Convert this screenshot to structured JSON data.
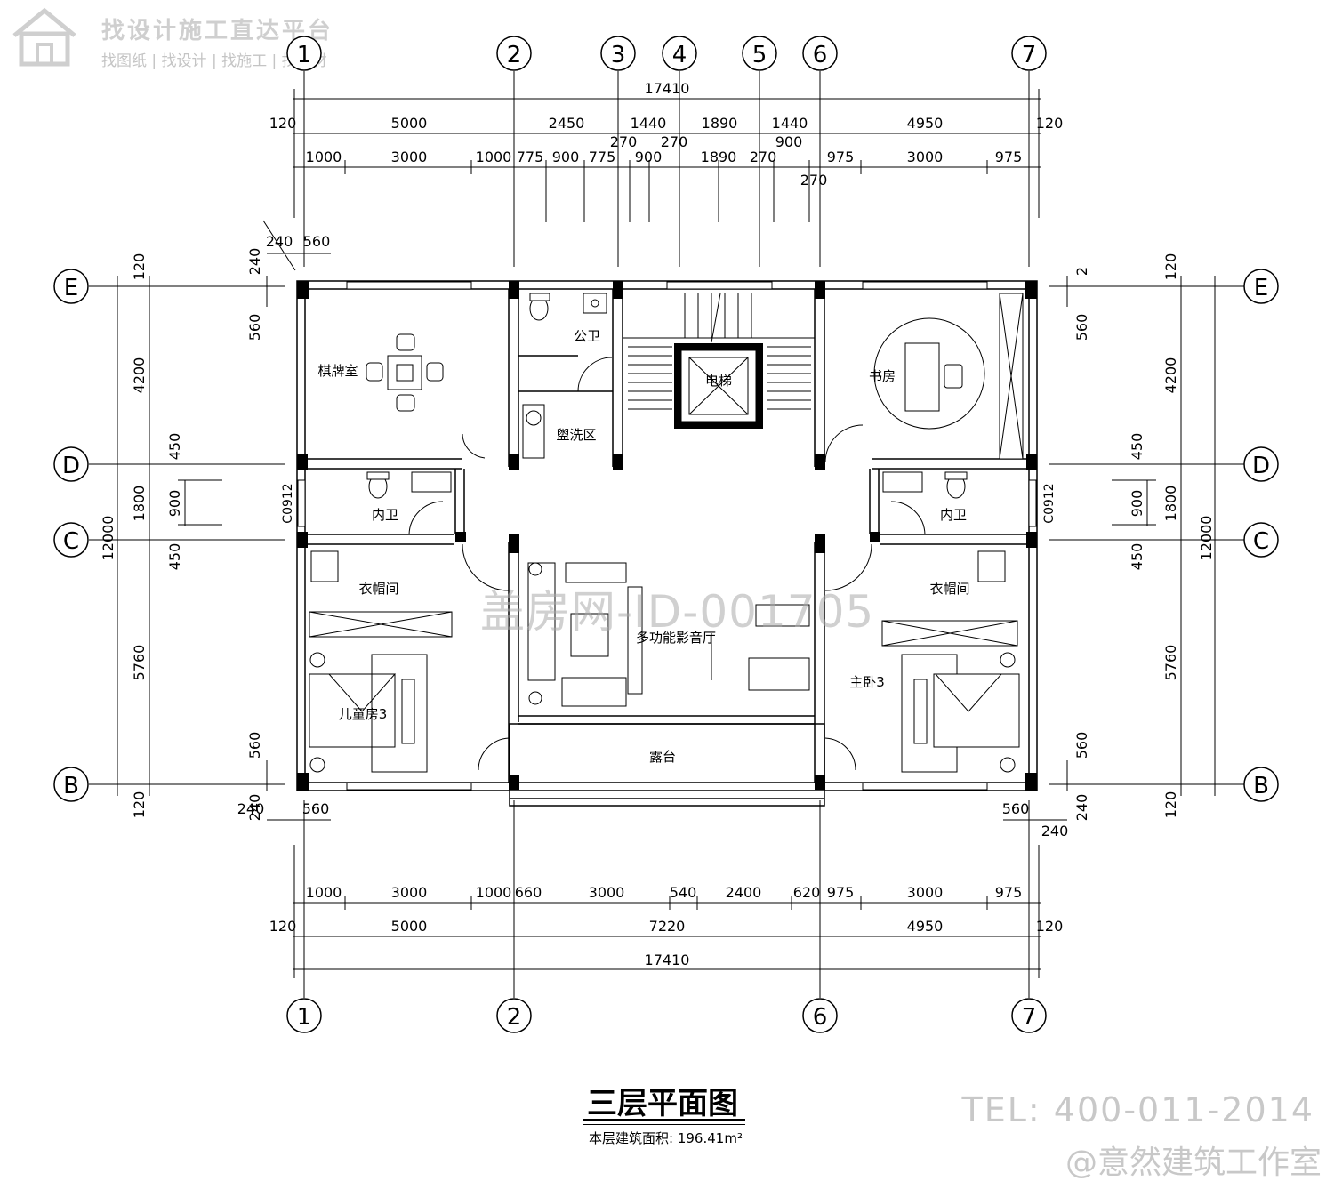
{
  "watermark": {
    "header_title": "找设计施工直达平台",
    "header_subtitle": "找图纸 | 找设计 | 找施工 | 找建材",
    "center": "盖房网-ID-001705",
    "tel": "TEL: 400-011-2014",
    "studio": "@意然建筑工作室"
  },
  "drawing": {
    "title": "三层平面图",
    "area_label": "本层建筑面积:",
    "area_value": "196.41m²"
  },
  "axes": {
    "top": [
      "1",
      "2",
      "3",
      "4",
      "5",
      "6",
      "7"
    ],
    "bottom": [
      "1",
      "2",
      "6",
      "7"
    ],
    "left": [
      "E",
      "D",
      "C",
      "B"
    ],
    "right": [
      "E",
      "D",
      "C",
      "B"
    ]
  },
  "rooms": {
    "chess": "棋牌室",
    "public_wc": "公卫",
    "wash": "盥洗区",
    "elevator": "电梯",
    "study": "书房",
    "inner_wc_left": "内卫",
    "inner_wc_right": "内卫",
    "cloak_left": "衣帽间",
    "cloak_right": "衣帽间",
    "theater": "多功能影音厅",
    "child_bedroom": "儿童房3",
    "master_bedroom": "主卧3",
    "terrace": "露台",
    "window_left": "C0912",
    "window_right": "C0912"
  },
  "dimensions": {
    "top_total": "17410",
    "top_mid": [
      "120",
      "5000",
      "2450",
      "1440",
      "1890",
      "1440",
      "4950",
      "120"
    ],
    "top_detail": [
      "1000",
      "3000",
      "1000",
      "775",
      "900",
      "775",
      "900",
      "1890",
      "270",
      "975",
      "3000",
      "975"
    ],
    "top_small": [
      "270",
      "270",
      "900",
      "270"
    ],
    "top_corner": [
      "240",
      "560"
    ],
    "bottom_corner_left": [
      "240",
      "560"
    ],
    "bottom_corner_right": [
      "560",
      "240"
    ],
    "bottom_detail": [
      "1000",
      "3000",
      "1000",
      "660",
      "3000",
      "540",
      "2400",
      "620",
      "975",
      "3000",
      "975"
    ],
    "bottom_mid": [
      "120",
      "5000",
      "7220",
      "4950",
      "120"
    ],
    "bottom_total": "17410",
    "left_outer": [
      "120",
      "240",
      "560",
      "4200",
      "450",
      "1800",
      "900",
      "450",
      "12000",
      "5760",
      "560",
      "120",
      "240"
    ],
    "right_outer": [
      "2",
      "560",
      "120",
      "4200",
      "450",
      "1800",
      "900",
      "450",
      "12000",
      "5760",
      "560",
      "120",
      "240"
    ]
  }
}
